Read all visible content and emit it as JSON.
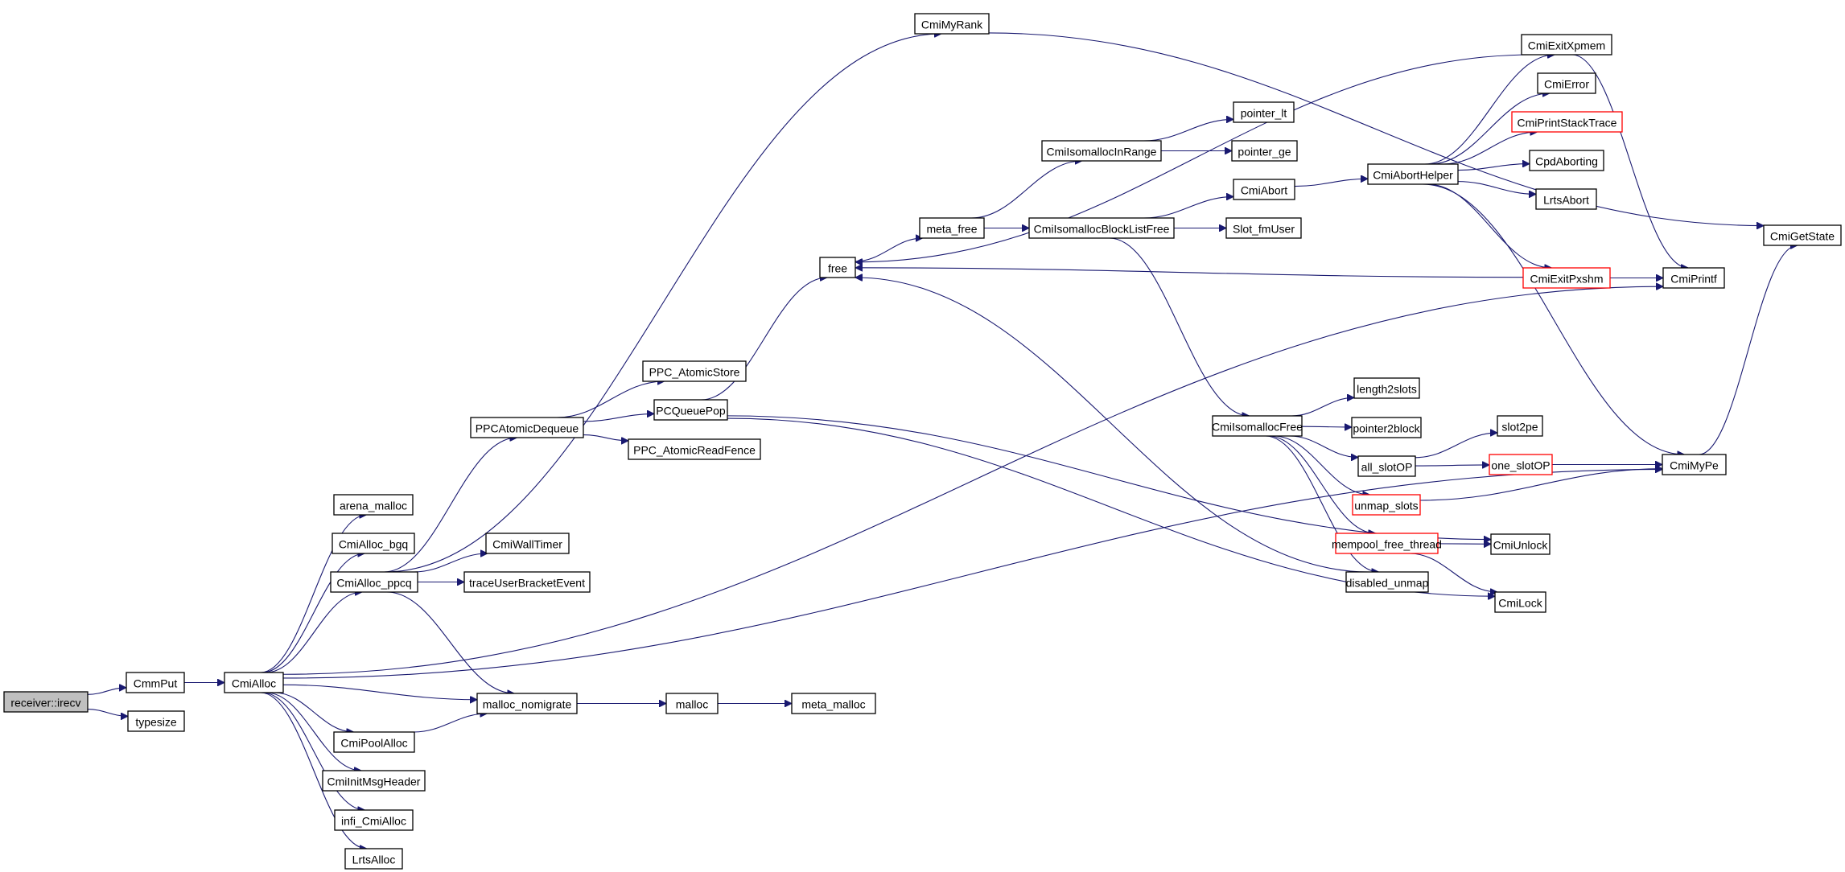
{
  "diagram": {
    "type": "call-graph",
    "edge_color": "#191970",
    "root_fill": "#bfbfbf",
    "truncated_border_color": "#ff0000",
    "nodes": [
      {
        "id": "receiver_irecv",
        "label": "receiver::irecv",
        "style": "root"
      },
      {
        "id": "CmmPut",
        "label": "CmmPut",
        "style": "normal"
      },
      {
        "id": "typesize",
        "label": "typesize",
        "style": "normal"
      },
      {
        "id": "CmiAlloc",
        "label": "CmiAlloc",
        "style": "normal"
      },
      {
        "id": "arena_malloc",
        "label": "arena_malloc",
        "style": "normal"
      },
      {
        "id": "CmiAlloc_bgq",
        "label": "CmiAlloc_bgq",
        "style": "normal"
      },
      {
        "id": "CmiAlloc_ppcq",
        "label": "CmiAlloc_ppcq",
        "style": "normal"
      },
      {
        "id": "malloc_nomigrate",
        "label": "malloc_nomigrate",
        "style": "normal"
      },
      {
        "id": "CmiPoolAlloc",
        "label": "CmiPoolAlloc",
        "style": "normal"
      },
      {
        "id": "CmiInitMsgHeader",
        "label": "CmiInitMsgHeader",
        "style": "normal"
      },
      {
        "id": "infi_CmiAlloc",
        "label": "infi_CmiAlloc",
        "style": "normal"
      },
      {
        "id": "LrtsAlloc",
        "label": "LrtsAlloc",
        "style": "normal"
      },
      {
        "id": "CmiWallTimer",
        "label": "CmiWallTimer",
        "style": "normal"
      },
      {
        "id": "traceUserBracketEvent",
        "label": "traceUserBracketEvent",
        "style": "normal"
      },
      {
        "id": "PPCAtomicDequeue",
        "label": "PPCAtomicDequeue",
        "style": "normal"
      },
      {
        "id": "PPC_AtomicStore",
        "label": "PPC_AtomicStore",
        "style": "normal"
      },
      {
        "id": "PCQueuePop",
        "label": "PCQueuePop",
        "style": "normal"
      },
      {
        "id": "PPC_AtomicReadFence",
        "label": "PPC_AtomicReadFence",
        "style": "normal"
      },
      {
        "id": "CmiMyRank",
        "label": "CmiMyRank",
        "style": "normal"
      },
      {
        "id": "malloc",
        "label": "malloc",
        "style": "normal"
      },
      {
        "id": "meta_malloc",
        "label": "meta_malloc",
        "style": "normal"
      },
      {
        "id": "free",
        "label": "free",
        "style": "normal"
      },
      {
        "id": "meta_free",
        "label": "meta_free",
        "style": "normal"
      },
      {
        "id": "CmiIsomallocInRange",
        "label": "CmiIsomallocInRange",
        "style": "normal"
      },
      {
        "id": "CmiIsomallocBlockListFree",
        "label": "CmiIsomallocBlockListFree",
        "style": "normal"
      },
      {
        "id": "pointer_lt",
        "label": "pointer_lt",
        "style": "normal"
      },
      {
        "id": "pointer_ge",
        "label": "pointer_ge",
        "style": "normal"
      },
      {
        "id": "CmiAbort",
        "label": "CmiAbort",
        "style": "normal"
      },
      {
        "id": "Slot_fmUser",
        "label": "Slot_fmUser",
        "style": "normal"
      },
      {
        "id": "CmiAbortHelper",
        "label": "CmiAbortHelper",
        "style": "normal"
      },
      {
        "id": "CmiExitXpmem",
        "label": "CmiExitXpmem",
        "style": "normal"
      },
      {
        "id": "CmiError",
        "label": "CmiError",
        "style": "normal"
      },
      {
        "id": "CmiPrintStackTrace",
        "label": "CmiPrintStackTrace",
        "style": "truncated"
      },
      {
        "id": "CpdAborting",
        "label": "CpdAborting",
        "style": "normal"
      },
      {
        "id": "LrtsAbort",
        "label": "LrtsAbort",
        "style": "normal"
      },
      {
        "id": "CmiExitPxshm",
        "label": "CmiExitPxshm",
        "style": "truncated"
      },
      {
        "id": "CmiPrintf",
        "label": "CmiPrintf",
        "style": "normal"
      },
      {
        "id": "CmiGetState",
        "label": "CmiGetState",
        "style": "normal"
      },
      {
        "id": "CmiIsomallocFree",
        "label": "CmiIsomallocFree",
        "style": "normal"
      },
      {
        "id": "length2slots",
        "label": "length2slots",
        "style": "normal"
      },
      {
        "id": "pointer2block",
        "label": "pointer2block",
        "style": "normal"
      },
      {
        "id": "all_slotOP",
        "label": "all_slotOP",
        "style": "normal"
      },
      {
        "id": "unmap_slots",
        "label": "unmap_slots",
        "style": "truncated"
      },
      {
        "id": "mempool_free_thread",
        "label": "mempool_free_thread",
        "style": "truncated"
      },
      {
        "id": "disabled_unmap",
        "label": "disabled_unmap",
        "style": "normal"
      },
      {
        "id": "slot2pe",
        "label": "slot2pe",
        "style": "normal"
      },
      {
        "id": "one_slotOP",
        "label": "one_slotOP",
        "style": "truncated"
      },
      {
        "id": "CmiMyPe",
        "label": "CmiMyPe",
        "style": "normal"
      },
      {
        "id": "CmiUnlock",
        "label": "CmiUnlock",
        "style": "normal"
      },
      {
        "id": "CmiLock",
        "label": "CmiLock",
        "style": "normal"
      }
    ],
    "edges": [
      [
        "receiver_irecv",
        "CmmPut"
      ],
      [
        "receiver_irecv",
        "typesize"
      ],
      [
        "CmmPut",
        "CmiAlloc"
      ],
      [
        "CmiAlloc",
        "arena_malloc"
      ],
      [
        "CmiAlloc",
        "CmiAlloc_bgq"
      ],
      [
        "CmiAlloc",
        "CmiAlloc_ppcq"
      ],
      [
        "CmiAlloc",
        "malloc_nomigrate"
      ],
      [
        "CmiAlloc",
        "CmiPoolAlloc"
      ],
      [
        "CmiAlloc",
        "CmiInitMsgHeader"
      ],
      [
        "CmiAlloc",
        "infi_CmiAlloc"
      ],
      [
        "CmiAlloc",
        "LrtsAlloc"
      ],
      [
        "CmiAlloc",
        "CmiPrintf"
      ],
      [
        "CmiAlloc",
        "CmiMyPe"
      ],
      [
        "CmiAlloc_ppcq",
        "CmiMyRank"
      ],
      [
        "CmiAlloc_ppcq",
        "PPCAtomicDequeue"
      ],
      [
        "CmiAlloc_ppcq",
        "CmiWallTimer"
      ],
      [
        "CmiAlloc_ppcq",
        "traceUserBracketEvent"
      ],
      [
        "CmiAlloc_ppcq",
        "malloc_nomigrate"
      ],
      [
        "CmiPoolAlloc",
        "malloc_nomigrate"
      ],
      [
        "malloc_nomigrate",
        "malloc"
      ],
      [
        "malloc",
        "meta_malloc"
      ],
      [
        "PPCAtomicDequeue",
        "PPC_AtomicStore"
      ],
      [
        "PPCAtomicDequeue",
        "PCQueuePop"
      ],
      [
        "PPCAtomicDequeue",
        "PPC_AtomicReadFence"
      ],
      [
        "PCQueuePop",
        "free"
      ],
      [
        "PCQueuePop",
        "CmiUnlock"
      ],
      [
        "PCQueuePop",
        "CmiLock"
      ],
      [
        "CmiMyRank",
        "CmiGetState"
      ],
      [
        "free",
        "meta_free"
      ],
      [
        "meta_free",
        "CmiIsomallocInRange"
      ],
      [
        "meta_free",
        "CmiIsomallocBlockListFree"
      ],
      [
        "CmiIsomallocInRange",
        "pointer_lt"
      ],
      [
        "CmiIsomallocInRange",
        "pointer_ge"
      ],
      [
        "CmiIsomallocBlockListFree",
        "CmiAbort"
      ],
      [
        "CmiIsomallocBlockListFree",
        "Slot_fmUser"
      ],
      [
        "CmiIsomallocBlockListFree",
        "CmiIsomallocFree"
      ],
      [
        "CmiAbort",
        "CmiAbortHelper"
      ],
      [
        "CmiAbortHelper",
        "CmiExitXpmem"
      ],
      [
        "CmiAbortHelper",
        "CmiError"
      ],
      [
        "CmiAbortHelper",
        "CmiPrintStackTrace"
      ],
      [
        "CmiAbortHelper",
        "CpdAborting"
      ],
      [
        "CmiAbortHelper",
        "LrtsAbort"
      ],
      [
        "CmiAbortHelper",
        "CmiExitPxshm"
      ],
      [
        "CmiAbortHelper",
        "CmiMyPe"
      ],
      [
        "CmiExitXpmem",
        "free"
      ],
      [
        "CmiExitXpmem",
        "CmiPrintf"
      ],
      [
        "CmiExitPxshm",
        "free"
      ],
      [
        "CmiExitPxshm",
        "CmiPrintf"
      ],
      [
        "CmiIsomallocFree",
        "length2slots"
      ],
      [
        "CmiIsomallocFree",
        "pointer2block"
      ],
      [
        "CmiIsomallocFree",
        "all_slotOP"
      ],
      [
        "CmiIsomallocFree",
        "unmap_slots"
      ],
      [
        "CmiIsomallocFree",
        "mempool_free_thread"
      ],
      [
        "CmiIsomallocFree",
        "disabled_unmap"
      ],
      [
        "all_slotOP",
        "slot2pe"
      ],
      [
        "all_slotOP",
        "one_slotOP"
      ],
      [
        "one_slotOP",
        "CmiMyPe"
      ],
      [
        "unmap_slots",
        "CmiMyPe"
      ],
      [
        "mempool_free_thread",
        "CmiUnlock"
      ],
      [
        "mempool_free_thread",
        "CmiLock"
      ],
      [
        "disabled_unmap",
        "free"
      ],
      [
        "CmiMyPe",
        "CmiGetState"
      ]
    ]
  }
}
